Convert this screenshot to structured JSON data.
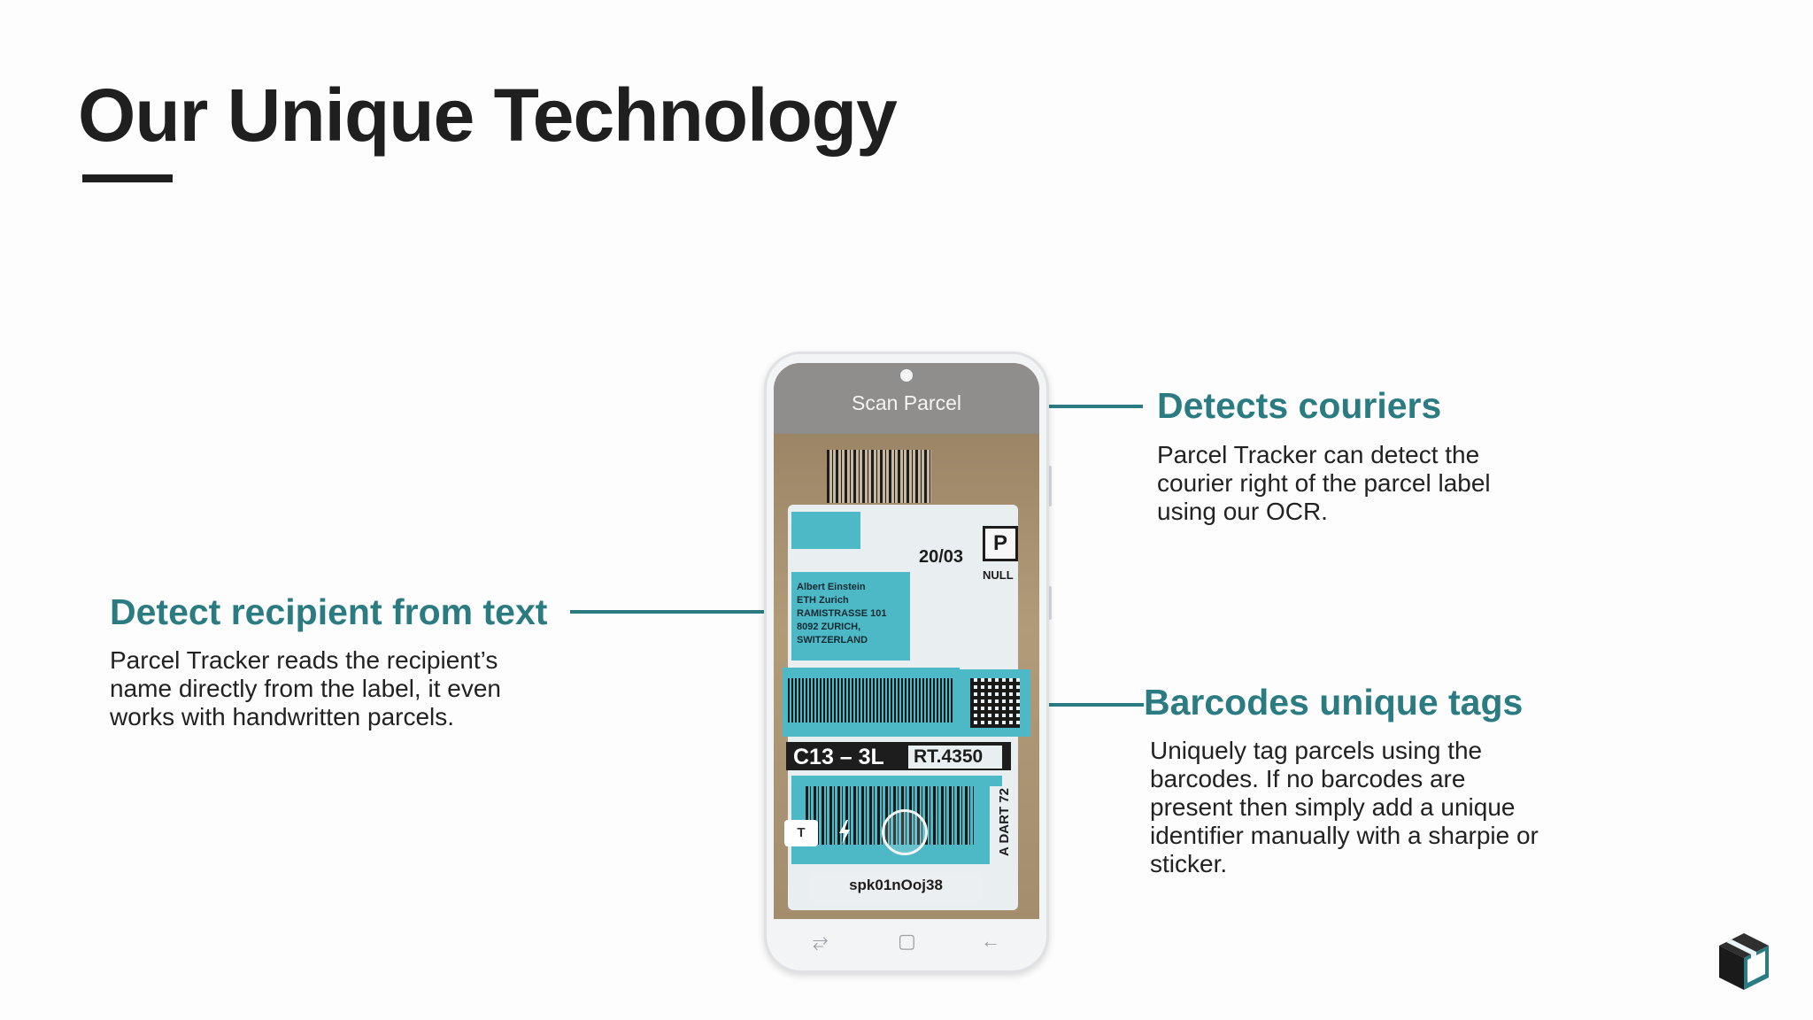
{
  "slide": {
    "title": "Our Unique Technology"
  },
  "features": {
    "recipient": {
      "heading": "Detect recipient from text",
      "body": "Parcel Tracker reads the recipient’s name directly from the label, it even works with handwritten parcels."
    },
    "couriers": {
      "heading": "Detects couriers",
      "body": "Parcel Tracker can detect the courier right of the parcel label using our OCR."
    },
    "barcodes": {
      "heading": "Barcodes unique tags",
      "body": "Uniquely tag parcels using the barcodes. If no barcodes are present then simply add a unique identifier manually with a sharpie or sticker."
    }
  },
  "phone": {
    "screen_title": "Scan Parcel",
    "label": {
      "date": "20/03",
      "courier_code": "P",
      "courier_sub": "NULL",
      "recipient": "Albert Einstein\nETH Zurich\nRAMISTRASSE 101\n8092 ZURICH,\nSWITZERLAND",
      "code_left": "C13 – 3L",
      "code_right": "RT.4350",
      "side_code": "A DART 72",
      "tag_id": "spk01nOoj38"
    },
    "controls": {
      "text_mode": "T",
      "flash_icon": "flash-icon",
      "shutter_icon": "shutter-button"
    },
    "nav": {
      "recent_icon": "⥂",
      "home_icon": "▢",
      "back_icon": "←"
    }
  },
  "colors": {
    "accent": "#2b7c82",
    "title": "#1f1f1f",
    "label_highlight": "#4db8c6"
  }
}
